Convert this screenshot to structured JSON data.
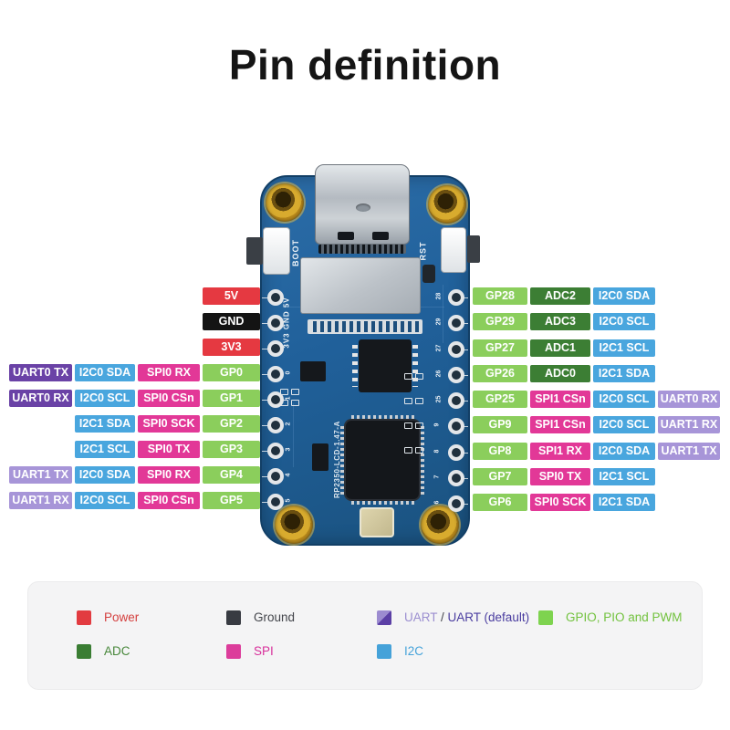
{
  "title": "Pin definition",
  "board": {
    "boot_label": "BOOT",
    "rst_label": "RST",
    "power_silkscreen": "3V3 GND 5V",
    "model_silkscreen": "RP2350-LCD-1.47-A",
    "left_pin_numbers": [
      "0",
      "1",
      "2",
      "3",
      "4",
      "5"
    ],
    "right_pin_numbers": [
      "28",
      "29",
      "27",
      "26",
      "25",
      "9",
      "8",
      "7",
      "6"
    ]
  },
  "pins": {
    "left_rows": [
      {
        "cells": [
          {
            "text": "5V",
            "type": "power"
          }
        ]
      },
      {
        "cells": [
          {
            "text": "GND",
            "type": "ground"
          }
        ]
      },
      {
        "cells": [
          {
            "text": "3V3",
            "type": "power"
          }
        ]
      },
      {
        "cells": [
          {
            "text": "UART0 TX",
            "type": "uart_default"
          },
          {
            "text": "I2C0 SDA",
            "type": "i2c"
          },
          {
            "text": "SPI0 RX",
            "type": "spi"
          },
          {
            "text": "GP0",
            "type": "gpio"
          }
        ]
      },
      {
        "cells": [
          {
            "text": "UART0 RX",
            "type": "uart_default"
          },
          {
            "text": "I2C0 SCL",
            "type": "i2c"
          },
          {
            "text": "SPI0 CSn",
            "type": "spi"
          },
          {
            "text": "GP1",
            "type": "gpio"
          }
        ]
      },
      {
        "cells": [
          {
            "text": "I2C1 SDA",
            "type": "i2c"
          },
          {
            "text": "SPI0 SCK",
            "type": "spi"
          },
          {
            "text": "GP2",
            "type": "gpio"
          }
        ]
      },
      {
        "cells": [
          {
            "text": "I2C1 SCL",
            "type": "i2c"
          },
          {
            "text": "SPI0 TX",
            "type": "spi"
          },
          {
            "text": "GP3",
            "type": "gpio"
          }
        ]
      },
      {
        "cells": [
          {
            "text": "UART1 TX",
            "type": "uart"
          },
          {
            "text": "I2C0 SDA",
            "type": "i2c"
          },
          {
            "text": "SPI0 RX",
            "type": "spi"
          },
          {
            "text": "GP4",
            "type": "gpio"
          }
        ]
      },
      {
        "cells": [
          {
            "text": "UART1 RX",
            "type": "uart"
          },
          {
            "text": "I2C0 SCL",
            "type": "i2c"
          },
          {
            "text": "SPI0 CSn",
            "type": "spi"
          },
          {
            "text": "GP5",
            "type": "gpio"
          }
        ]
      }
    ],
    "right_rows": [
      {
        "cells": [
          {
            "text": "GP28",
            "type": "gpio"
          },
          {
            "text": "ADC2",
            "type": "adc"
          },
          {
            "text": "I2C0 SDA",
            "type": "i2c"
          }
        ]
      },
      {
        "cells": [
          {
            "text": "GP29",
            "type": "gpio"
          },
          {
            "text": "ADC3",
            "type": "adc"
          },
          {
            "text": "I2C0 SCL",
            "type": "i2c"
          }
        ]
      },
      {
        "cells": [
          {
            "text": "GP27",
            "type": "gpio"
          },
          {
            "text": "ADC1",
            "type": "adc"
          },
          {
            "text": "I2C1 SCL",
            "type": "i2c"
          }
        ]
      },
      {
        "cells": [
          {
            "text": "GP26",
            "type": "gpio"
          },
          {
            "text": "ADC0",
            "type": "adc"
          },
          {
            "text": "I2C1 SDA",
            "type": "i2c"
          }
        ]
      },
      {
        "cells": [
          {
            "text": "GP25",
            "type": "gpio"
          },
          {
            "text": "SPI1 CSn",
            "type": "spi"
          },
          {
            "text": "I2C0 SCL",
            "type": "i2c"
          },
          {
            "text": "UART0 RX",
            "type": "uart"
          }
        ]
      },
      {
        "cells": [
          {
            "text": "GP9",
            "type": "gpio"
          },
          {
            "text": "SPI1 CSn",
            "type": "spi"
          },
          {
            "text": "I2C0 SCL",
            "type": "i2c"
          },
          {
            "text": "UART1 RX",
            "type": "uart"
          }
        ]
      },
      {
        "cells": [
          {
            "text": "GP8",
            "type": "gpio"
          },
          {
            "text": "SPI1 RX",
            "type": "spi"
          },
          {
            "text": "I2C0 SDA",
            "type": "i2c"
          },
          {
            "text": "UART1 TX",
            "type": "uart"
          }
        ]
      },
      {
        "cells": [
          {
            "text": "GP7",
            "type": "gpio"
          },
          {
            "text": "SPI0 TX",
            "type": "spi"
          },
          {
            "text": "I2C1 SCL",
            "type": "i2c"
          }
        ]
      },
      {
        "cells": [
          {
            "text": "GP6",
            "type": "gpio"
          },
          {
            "text": "SPI0 SCK",
            "type": "spi"
          },
          {
            "text": "I2C1 SDA",
            "type": "i2c"
          }
        ]
      }
    ]
  },
  "legend": {
    "rows": [
      [
        {
          "type": "power",
          "label": "Power"
        },
        {
          "type": "ground",
          "label": "Ground"
        },
        {
          "type": "uart_split",
          "parts": [
            {
              "text": "UART",
              "color_key": "uart"
            },
            {
              "text": " / ",
              "color_key": "plain"
            },
            {
              "text": "UART (default)",
              "color_key": "uart_default"
            }
          ]
        },
        {
          "type": "gpio",
          "label": "GPIO, PIO and PWM"
        }
      ],
      [
        {
          "type": "adc",
          "label": "ADC"
        },
        {
          "type": "spi",
          "label": "SPI"
        },
        {
          "type": "i2c",
          "label": "I2C"
        }
      ]
    ]
  },
  "colors": {
    "cell": {
      "power": "#e53941",
      "ground": "#141414",
      "uart": "#a795d8",
      "uart_default": "#6a42a6",
      "i2c": "#49a6de",
      "spi": "#e23897",
      "gpio": "#8bce5c",
      "adc": "#3c7e34"
    },
    "swatch": {
      "power": "#e23b40",
      "ground": "#383b42",
      "gpio": "#7ed34f",
      "adc": "#3a7d33",
      "spi": "#dc3d9b",
      "i2c": "#45a2d9",
      "uart_light": "#9c8bd0",
      "uart_dark": "#5b3fa5"
    },
    "legend_text": {
      "power": "#d4403f",
      "ground": "#43454b",
      "uart": "#9b8ed0",
      "uart_default": "#4a3da0",
      "gpio": "#72c23e",
      "adc": "#47873a",
      "spi": "#d8309b",
      "i2c": "#46a3da",
      "plain": "#43454b"
    }
  }
}
